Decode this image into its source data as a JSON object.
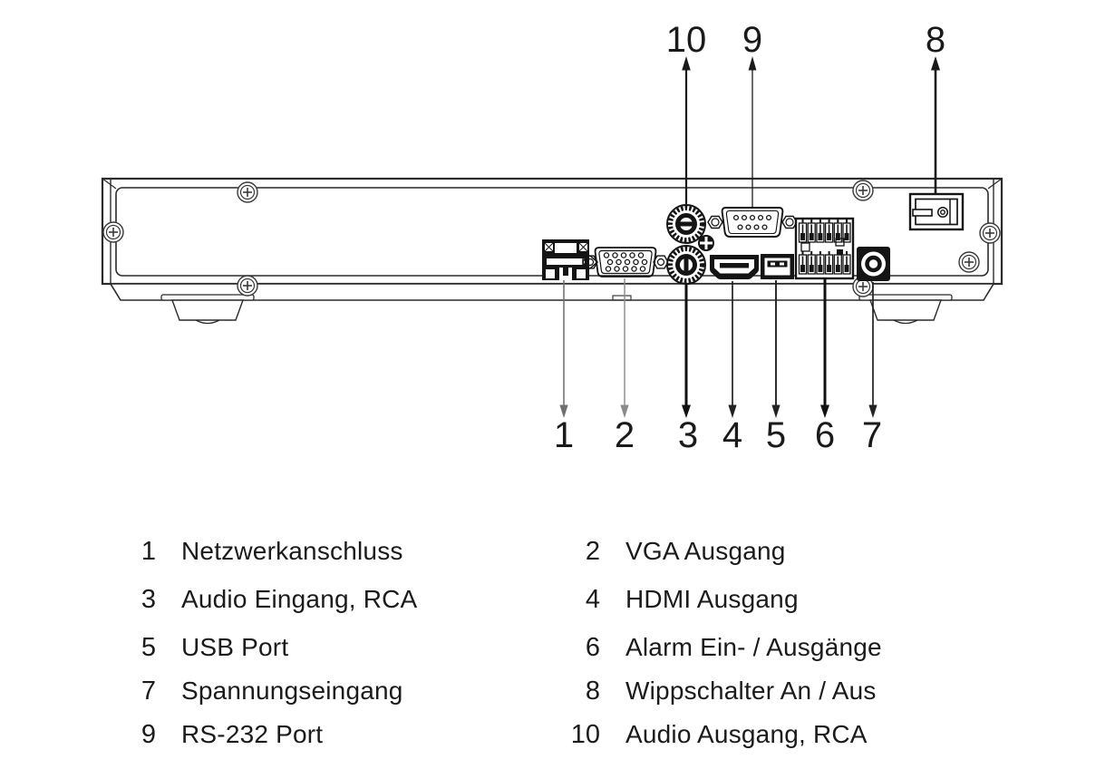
{
  "diagram": {
    "background": "#ffffff",
    "line_color": "#1a1a1a",
    "callouts": {
      "top": [
        {
          "number": "10",
          "port": "audio-out-rca-jack"
        },
        {
          "number": "9",
          "port": "rs232-port"
        },
        {
          "number": "8",
          "port": "power-rocker-switch"
        }
      ],
      "bottom": [
        {
          "number": "1",
          "port": "ethernet-port"
        },
        {
          "number": "2",
          "port": "vga-port"
        },
        {
          "number": "3",
          "port": "audio-in-rca-jack"
        },
        {
          "number": "4",
          "port": "hdmi-port"
        },
        {
          "number": "5",
          "port": "usb-port"
        },
        {
          "number": "6",
          "port": "alarm-io-terminal"
        },
        {
          "number": "7",
          "port": "dc-power-jack"
        }
      ]
    }
  },
  "legend": {
    "items": [
      {
        "num": "1",
        "label": "Netzwerkanschluss"
      },
      {
        "num": "2",
        "label": "VGA Ausgang"
      },
      {
        "num": "3",
        "label": "Audio Eingang, RCA"
      },
      {
        "num": "4",
        "label": "HDMI Ausgang"
      },
      {
        "num": "5",
        "label": "USB Port"
      },
      {
        "num": "6",
        "label": "Alarm Ein- / Ausgänge"
      },
      {
        "num": "7",
        "label": "Spannungseingang"
      },
      {
        "num": "8",
        "label": "Wippschalter An / Aus"
      },
      {
        "num": "9",
        "label": "RS-232 Port"
      },
      {
        "num": "10",
        "label": "Audio Ausgang, RCA"
      }
    ]
  }
}
